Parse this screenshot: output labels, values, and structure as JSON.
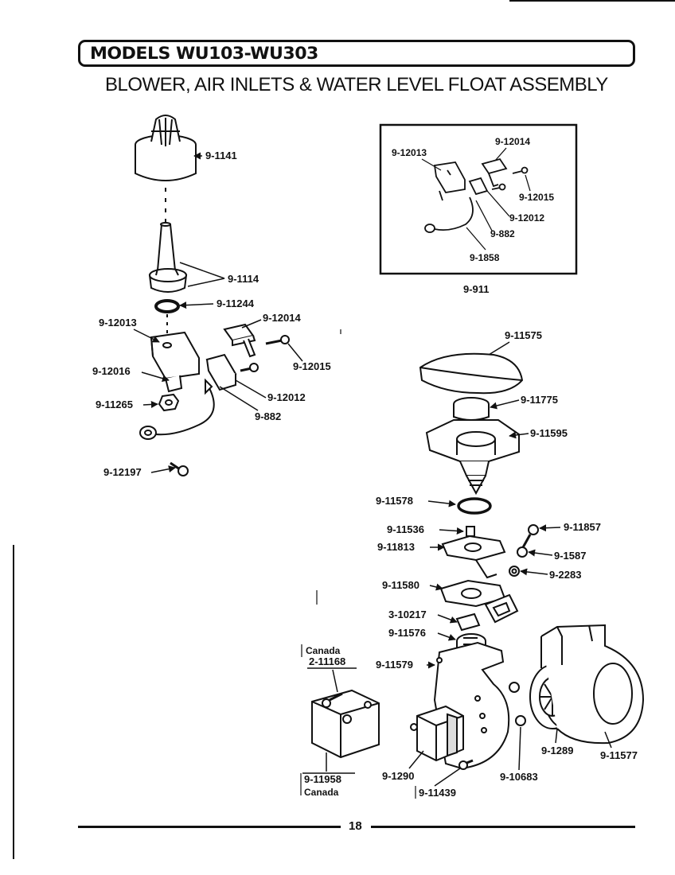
{
  "header": {
    "model_label": "MODELS WU103-WU303",
    "title": "BLOWER, AIR INLETS & WATER LEVEL FLOAT ASSEMBLY"
  },
  "footer": {
    "page_number": "18"
  },
  "inset": {
    "caption": "9-911"
  },
  "labels": {
    "p1141": "9-1141",
    "p1114": "9-1114",
    "p11244": "9-11244",
    "p12013": "9-12013",
    "p12014": "9-12014",
    "p12015": "9-12015",
    "p12016": "9-12016",
    "p12012": "9-12012",
    "p11265": "9-11265",
    "p882": "9-882",
    "p12197": "9-12197",
    "i12013": "9-12013",
    "i12014": "9-12014",
    "i12015": "9-12015",
    "i12012": "9-12012",
    "i882": "9-882",
    "i1858": "9-1858",
    "p11575": "9-11575",
    "p11775": "9-11775",
    "p11595": "9-11595",
    "p11578": "9-11578",
    "p11536": "9-11536",
    "p11857": "9-11857",
    "p11813": "9-11813",
    "p1587": "9-1587",
    "p2283": "9-2283",
    "p11580": "9-11580",
    "p10217": "3-10217",
    "p11576": "9-11576",
    "p11579": "9-11579",
    "canada_top": "Canada",
    "p11168": "2-11168",
    "p11958": "9-11958",
    "canada_bottom": "Canada",
    "p1290": "9-1290",
    "p11439": "9-11439",
    "p10683": "9-10683",
    "p1289": "9-1289",
    "p11577": "9-11577"
  }
}
